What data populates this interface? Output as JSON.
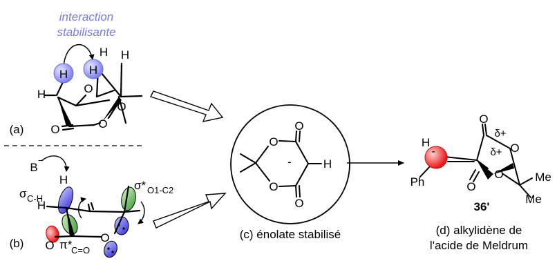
{
  "panel_a": {
    "annotation": [
      "interaction",
      "stabilisante"
    ],
    "label": "(a)",
    "atoms": {
      "h_ball_left": "H",
      "h_ball_right": "H",
      "h_top": "H",
      "h_side": "H",
      "o_ring": "O",
      "o_carbonyl": "O"
    }
  },
  "panel_b": {
    "label": "(b)",
    "base": "B",
    "base_charge": "−",
    "atoms": {
      "h_top": "H",
      "h_side": "H",
      "o_ring": "O",
      "o_carbonyl": "O"
    },
    "sigma_ch": {
      "symbol": "σ",
      "sub": "C-H"
    },
    "sigma_star": {
      "symbol": "σ*",
      "sub": "O1-C2"
    },
    "pi_star": {
      "symbol": "π*",
      "sub": "C=O"
    }
  },
  "panel_c": {
    "caption": "(c) énolate stabilisé",
    "atoms": {
      "o_top_carbonyl": "O",
      "o_ring_top": "O",
      "o_ring_bottom": "O",
      "o_bottom_carbonyl": "O",
      "h": "H"
    },
    "charge": "-"
  },
  "panel_d": {
    "caption": [
      "(d) alkylidène de",
      "l'acide de Meldrum"
    ],
    "compound": "36'",
    "atoms": {
      "h": "H",
      "ph": "Ph",
      "o_top": "O",
      "o_ring_right": "O",
      "o_ring_bottom": "O",
      "o_carbonyl": "O",
      "me1": "Me",
      "me2": "Me"
    },
    "charge": "-",
    "delta_top": "δ+",
    "delta_mid": "δ+"
  },
  "colors": {
    "ball_blue": "#8f8ff5",
    "annotation_blue": "#7a7ad8",
    "orbital_blue": "#2a2ad6",
    "orbital_green": "#3a9a3a",
    "orbital_red": "#e81414",
    "stroke": "#000000"
  }
}
